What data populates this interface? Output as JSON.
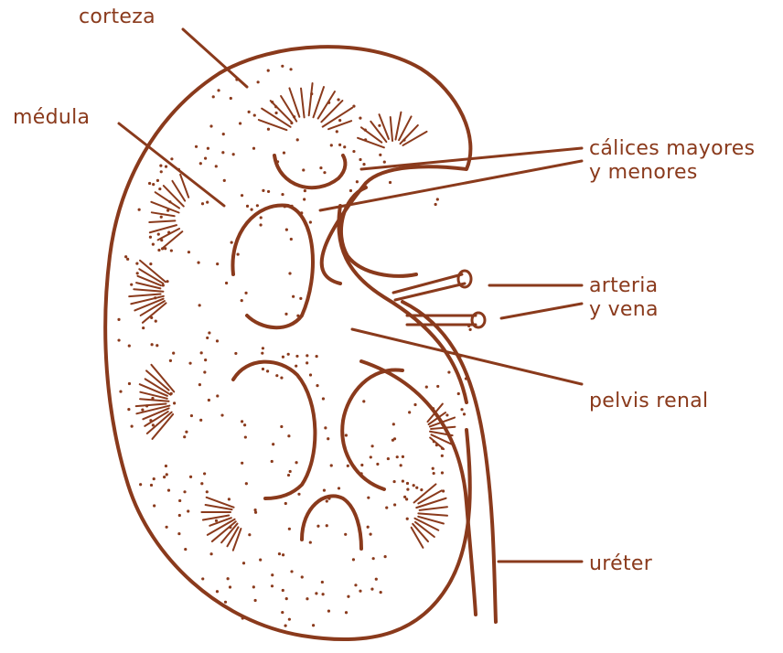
{
  "diagram": {
    "subject": "riñón",
    "colors": {
      "ink": "#8a3a1c",
      "background": "#ffffff"
    },
    "labels": {
      "corteza": "corteza",
      "medula": "médula",
      "calices_line1": "cálices mayores",
      "calices_line2": "y menores",
      "arteria_line1": "arteria",
      "arteria_line2": "y vena",
      "pelvis": "pelvis renal",
      "ureter": "uréter"
    }
  }
}
